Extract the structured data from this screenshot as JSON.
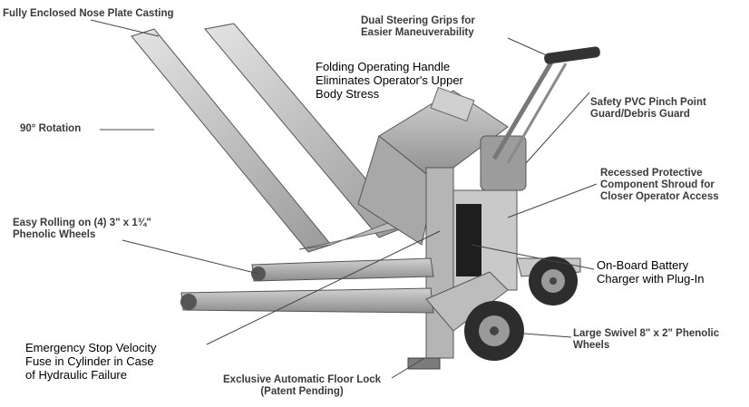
{
  "callouts": {
    "nose_plate": "Fully Enclosed Nose Plate Casting",
    "dual_grips": "Dual Steering Grips for\nEasier Maneuverability",
    "folding_handle": "Folding Operating Handle\nEliminates Operator's Upper\nBody Stress",
    "pvc_guard": "Safety PVC Pinch Point\nGuard/Debris Guard",
    "rotation": "90° Rotation",
    "shroud": "Recessed Protective\nComponent Shroud for\nCloser Operator Access",
    "phenolic_wheels": "Easy Rolling on (4) 3\" x 1¾\"\nPhenolic Wheels",
    "battery": "On-Board Battery\nCharger with Plug-In",
    "swivel_wheels": "Large Swivel 8\" x 2\" Phenolic\nWheels",
    "emergency_stop": "Emergency Stop Velocity\nFuse in Cylinder in Case\nof Hydraulic Failure",
    "floor_lock": "Exclusive Automatic Floor Lock\n(Patent Pending)"
  }
}
